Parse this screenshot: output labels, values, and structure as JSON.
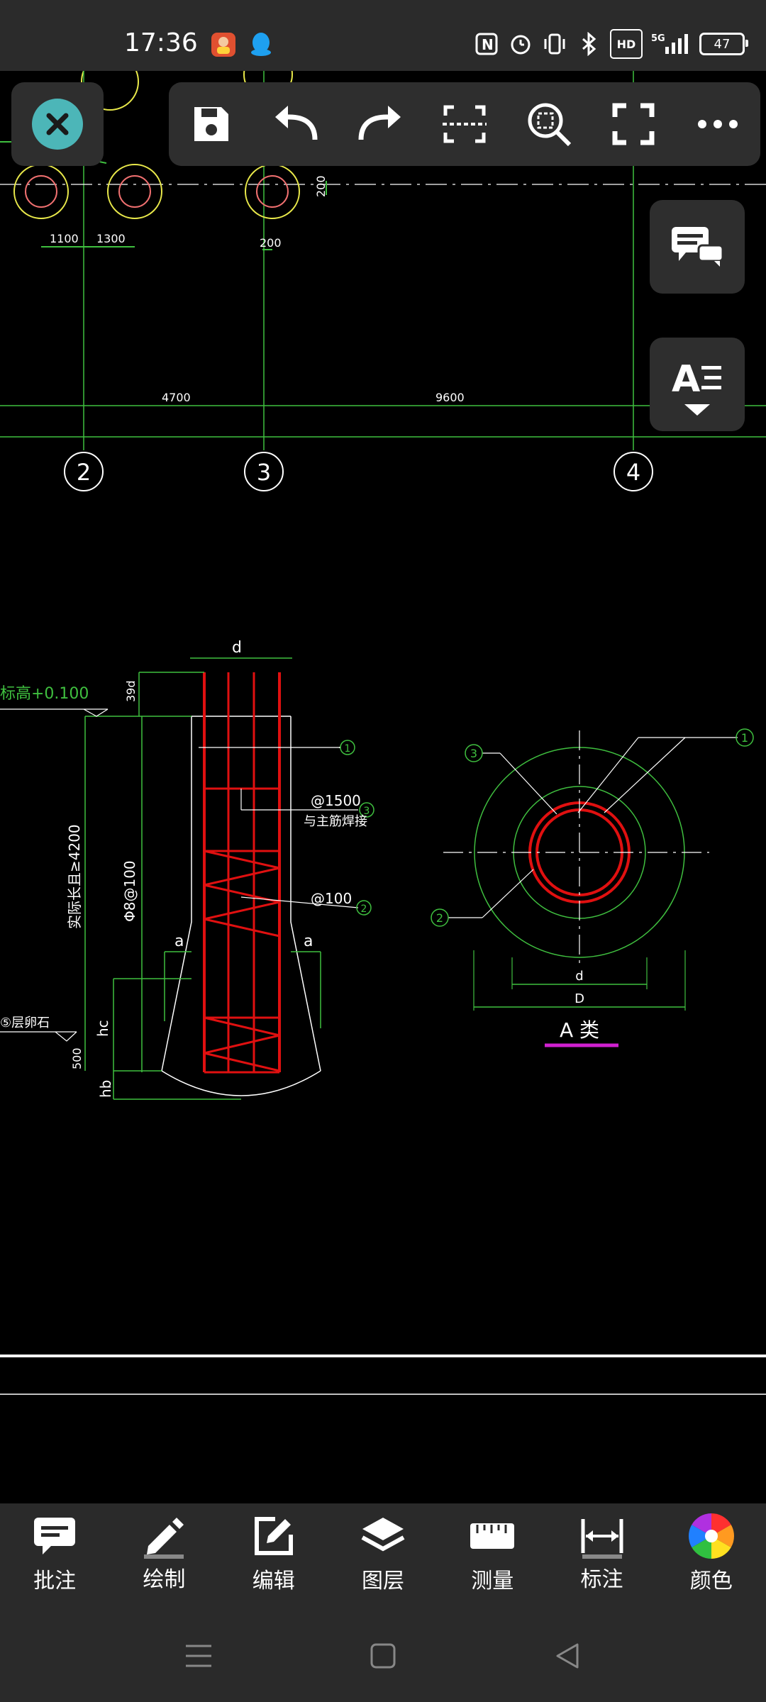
{
  "status_bar": {
    "time": "17:36",
    "network": "5G",
    "hd": "HD",
    "battery": "47"
  },
  "drawing": {
    "dims_top": [
      "1100",
      "1300",
      "200",
      "200"
    ],
    "dims_grid": [
      "4700",
      "9600"
    ],
    "axis_labels": [
      "2",
      "3",
      "4"
    ],
    "pile_detail": {
      "top_label": "d",
      "elevation_label": "标高+0.100",
      "left_dim_1": "39d",
      "left_dim_vertical": "实际长且≥4200",
      "left_dim_vertical_2": "Φ8@100",
      "hc": "hc",
      "hb": "hb",
      "dim_500": "500",
      "a_left": "a",
      "a_right": "a",
      "layer_label": "⑤层卵石",
      "callout_1": "1",
      "callout_2": "2",
      "callout_3": "3",
      "spacing_1500": "@1500",
      "weld_note": "与主筋焊接",
      "spacing_100": "@100"
    },
    "section_a": {
      "callout_3": "3",
      "callout_1": "1",
      "callout_2": "2",
      "dim_d": "d",
      "dim_D": "D",
      "title": "A  类"
    }
  },
  "toolbar": {
    "close": "close-icon",
    "items": [
      "save-icon",
      "undo-icon",
      "redo-icon",
      "crop-icon",
      "zoom-fit-icon",
      "fullscreen-icon",
      "more-icon"
    ]
  },
  "side_buttons": [
    "comment-icon",
    "text-style-icon"
  ],
  "bottom_toolbar": {
    "items": [
      {
        "label": "批注",
        "icon": "annotation-icon"
      },
      {
        "label": "绘制",
        "icon": "pencil-icon"
      },
      {
        "label": "编辑",
        "icon": "edit-icon"
      },
      {
        "label": "图层",
        "icon": "layers-icon"
      },
      {
        "label": "测量",
        "icon": "ruler-icon"
      },
      {
        "label": "标注",
        "icon": "dimension-icon"
      },
      {
        "label": "颜色",
        "icon": "color-wheel-icon"
      }
    ]
  },
  "nav_bar": [
    "menu-icon",
    "home-icon",
    "back-icon"
  ],
  "colors": {
    "accent_teal": "#4cb6b8",
    "cad_green": "#3fbf3f",
    "cad_red": "#e01010",
    "cad_yellow": "#e8e84a",
    "magenta": "#d020d0"
  }
}
